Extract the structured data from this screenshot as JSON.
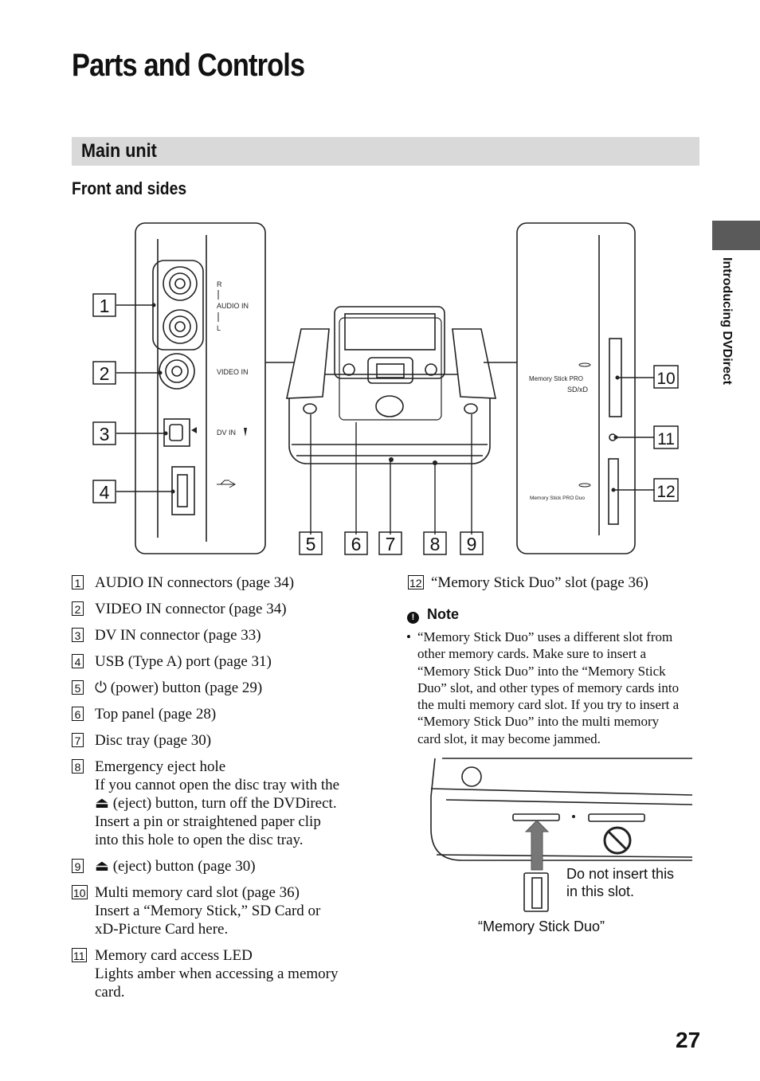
{
  "page": {
    "title": "Parts and Controls",
    "section": "Main unit",
    "subsection": "Front and sides",
    "side_label": "Introducing DVDirect",
    "page_number": "27"
  },
  "diagram": {
    "left_panel": {
      "label_r": "R",
      "label_audio": "AUDIO IN",
      "label_l": "L",
      "label_video": "VIDEO IN",
      "label_dv": "DV IN"
    },
    "right_panel": {
      "label_ms_pro": "Memory Stick PRO",
      "label_sdxd": "SD/xD",
      "label_ms_duo": "Memory Stick PRO Duo"
    },
    "callouts": [
      "1",
      "2",
      "3",
      "4",
      "5",
      "6",
      "7",
      "8",
      "9",
      "10",
      "11",
      "12"
    ]
  },
  "parts_left": [
    {
      "num": "1",
      "lines": [
        "AUDIO IN connectors (page 34)"
      ]
    },
    {
      "num": "2",
      "lines": [
        "VIDEO IN connector (page 34)"
      ]
    },
    {
      "num": "3",
      "lines": [
        "DV IN connector (page 33)"
      ]
    },
    {
      "num": "4",
      "lines": [
        "USB (Type A) port (page 31)"
      ]
    },
    {
      "num": "5",
      "lines": [
        "⏻ (power) button (page 29)"
      ]
    },
    {
      "num": "6",
      "lines": [
        "Top panel (page 28)"
      ]
    },
    {
      "num": "7",
      "lines": [
        "Disc tray (page 30)"
      ]
    },
    {
      "num": "8",
      "lines": [
        "Emergency eject hole",
        "If you cannot open the disc tray with the",
        "⏏ (eject) button, turn off the DVDirect.",
        "Insert a pin or straightened paper clip",
        "into this hole to open the disc tray."
      ]
    },
    {
      "num": "9",
      "lines": [
        "⏏ (eject) button (page 30)"
      ]
    },
    {
      "num": "10",
      "lines": [
        "Multi memory card slot (page 36)",
        "Insert a “Memory Stick,” SD Card or",
        "xD-Picture Card here."
      ]
    },
    {
      "num": "11",
      "lines": [
        "Memory card access LED",
        "Lights amber when accessing a memory",
        "card."
      ]
    }
  ],
  "parts_right": [
    {
      "num": "12",
      "lines": [
        "“Memory Stick Duo” slot (page 36)"
      ]
    }
  ],
  "note": {
    "icon": "!",
    "heading": "Note",
    "bullet": "•",
    "lines": [
      "“Memory Stick Duo” uses a different slot from",
      "other memory cards. Make sure to insert a",
      "“Memory Stick Duo” into the “Memory Stick",
      "Duo” slot, and other types of memory cards into",
      "the multi memory card slot. If you try to insert a",
      "“Memory Stick Duo” into the multi memory",
      "card slot, it may become jammed."
    ]
  },
  "illustration": {
    "do_not_insert_line1": "Do not insert this",
    "do_not_insert_line2": "in this slot.",
    "memory_stick_duo": "“Memory Stick Duo”"
  }
}
